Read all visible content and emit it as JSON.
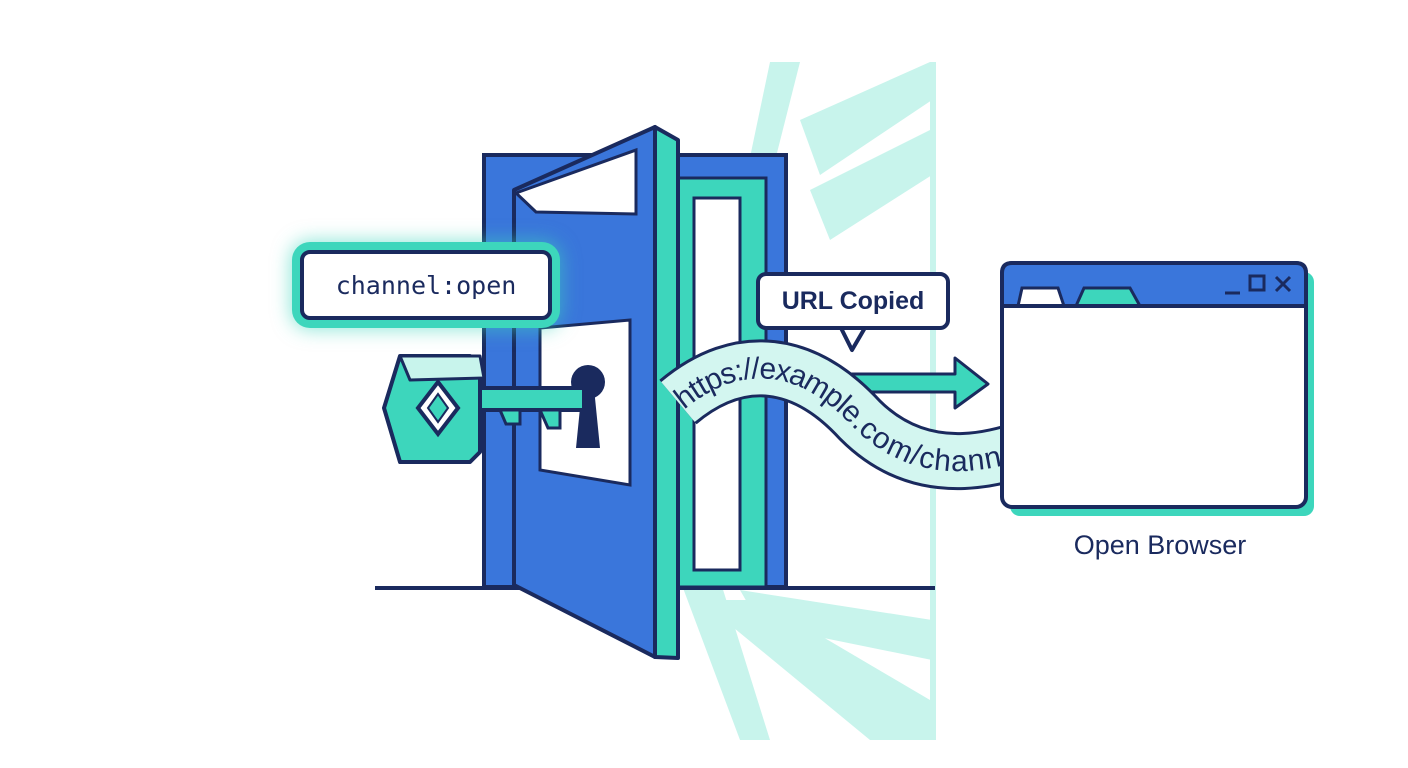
{
  "command": {
    "text": "channel:open"
  },
  "toast": {
    "text": "URL Copied"
  },
  "link": {
    "url": "https://example.com/channel-link"
  },
  "browser": {
    "caption": "Open Browser",
    "controls": {
      "minimize": "_",
      "maximize": "□",
      "close": "×"
    }
  },
  "colors": {
    "outline": "#1a2a5e",
    "door_blue": "#3a76db",
    "teal": "#3dd6bc",
    "mint": "#c8f4ec",
    "background": "#ffffff"
  },
  "icons": [
    "key-icon",
    "keyhole-icon",
    "door-icon",
    "arrow-right-icon",
    "browser-window-icon"
  ]
}
